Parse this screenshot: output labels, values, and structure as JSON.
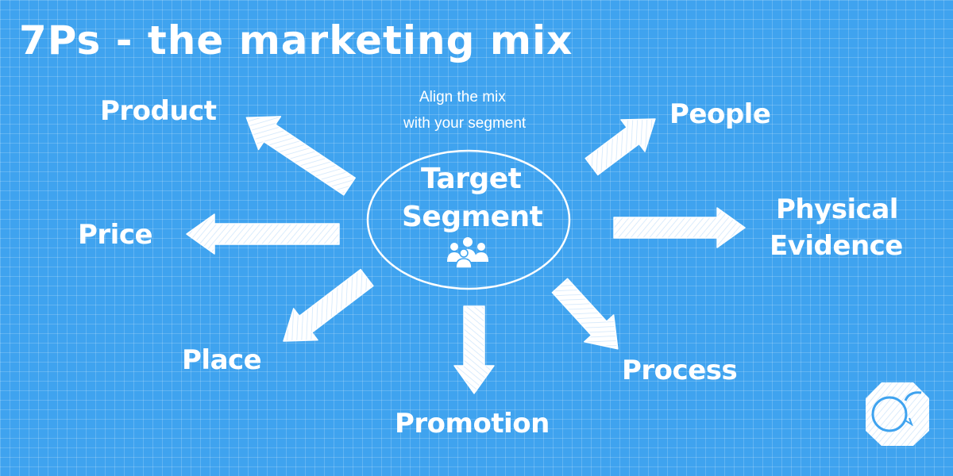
{
  "title": "7Ps - the marketing mix",
  "note": {
    "line1": "Align the mix",
    "line2": "with your segment"
  },
  "center": {
    "line1": "Target",
    "line2": "Segment",
    "icon": "people-group-icon"
  },
  "labels": {
    "product": "Product",
    "price": "Price",
    "place": "Place",
    "promotion": "Promotion",
    "process": "Process",
    "physical_line1": "Physical",
    "physical_line2": "Evidence",
    "people": "People"
  },
  "logo": "speech-bubbles-logo",
  "colors": {
    "background": "#3fa3ef",
    "foreground": "#ffffff"
  }
}
